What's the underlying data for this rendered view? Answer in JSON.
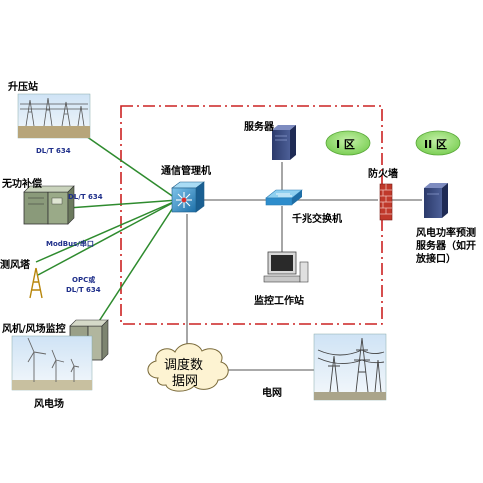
{
  "sites": {
    "booster": "升压站",
    "reactive": "无功补偿",
    "mast": "测风塔",
    "turbine": "风机/风场监控",
    "windfarm": "风电场"
  },
  "protocols": {
    "p1": "DL/T 634",
    "p2": "DL/T 634",
    "p3": "ModBus/串口",
    "p4a": "OPC或",
    "p4b": "DL/T 634"
  },
  "nodes": {
    "comm_manager": "通信管理机",
    "server": "服务器",
    "gigabit_switch": "千兆交换机",
    "workstation": "监控工作站",
    "firewall": "防火墙",
    "zone1": "I 区",
    "zone2": "II 区",
    "forecast_line1": "风电功率预测",
    "forecast_line2": "服务器（如开",
    "forecast_line3": "放接口）",
    "dispatch_line1": "调度数",
    "dispatch_line2": "据网",
    "grid": "电网"
  },
  "colors": {
    "link_green": "#2e8b2e",
    "boundary_red": "#cc2222",
    "zone_fill": "#9be07a",
    "firewall_red": "#c0392b"
  }
}
